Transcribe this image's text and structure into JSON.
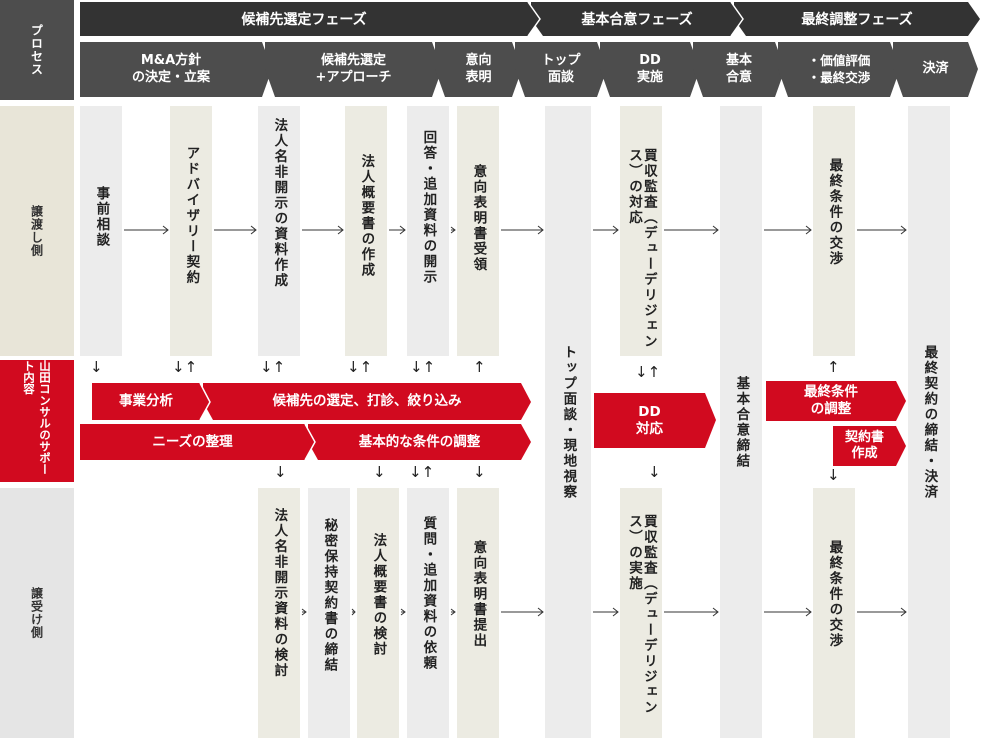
{
  "side": {
    "process": "プロセス",
    "seller": "譲渡し側",
    "yamada": "山田コンサルのサポート内容",
    "buyer": "譲受け側"
  },
  "phases": [
    "候補先選定フェーズ",
    "基本合意フェーズ",
    "最終調整フェーズ"
  ],
  "steps": [
    "M&A方針\nの決定・立案",
    "候補先選定\n+アプローチ",
    "意向\n表明",
    "トップ\n面談",
    "DD\n実施",
    "基本\n合意",
    "・価値評価\n・最終交渉",
    "決済"
  ],
  "seller": [
    "事前相談",
    "アドバイザリー契約",
    "法人名非開示の資料作成",
    "法人概要書の作成",
    "回答・追加資料の開示",
    "意向表明書受領",
    "買収監査（デューデリジェンス）の対応",
    "最終条件の交渉"
  ],
  "shared": [
    "トップ面談・現地視察",
    "基本合意締結",
    "最終契約の締結・決済"
  ],
  "support": [
    "事業分析",
    "候補先の選定、打診、絞り込み",
    "ニーズの整理",
    "基本的な条件の調整",
    "DD\n対応",
    "最終条件\nの調整",
    "契約書\n作成"
  ],
  "buyer": [
    "法人名非開示資料の検討",
    "秘密保持契約書の締結",
    "法人概要書の検討",
    "質問・追加資料の依頼",
    "意向表明書提出",
    "買収監査（デューデリジェンス）の実施",
    "最終条件の交渉"
  ],
  "arrows": {
    "right": "→",
    "down": "↓",
    "up": "↑",
    "up_down": "↓↑"
  },
  "colors": {
    "red": "#d10a1f",
    "dark": "#333333",
    "beige": "#ecebe2",
    "grey": "#ececec"
  }
}
